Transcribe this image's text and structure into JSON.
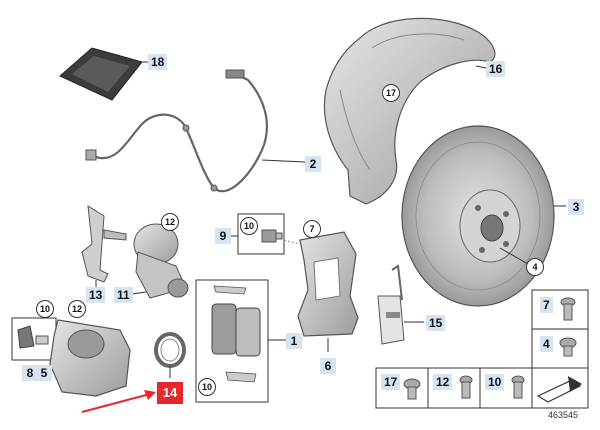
{
  "diagram_id": "463545",
  "labels": {
    "l1": "1",
    "l2": "2",
    "l3": "3",
    "l4": "4",
    "l5": "5",
    "l6": "6",
    "l7": "7",
    "l8": "8",
    "l9": "9",
    "l10": "10",
    "l11": "11",
    "l12": "12",
    "l13": "13",
    "l14": "14",
    "l15": "15",
    "l16": "16",
    "l17": "17",
    "l18": "18"
  },
  "highlight_label": "14",
  "colors": {
    "label_bg": "#d6e3f0",
    "highlight": "#e8262b",
    "part_fill": "#c8c8c8",
    "part_dark": "#8a8a8a",
    "outline": "#555555"
  }
}
